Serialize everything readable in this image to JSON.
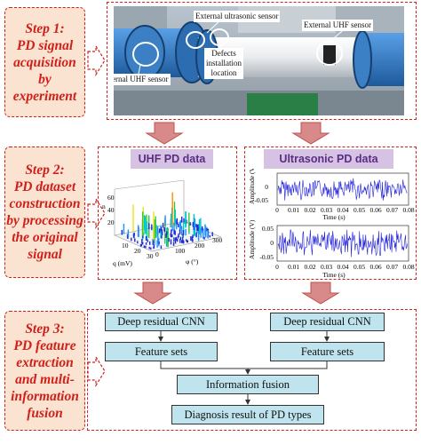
{
  "steps": [
    {
      "lines": [
        "Step 1:",
        "PD signal",
        "acquisition",
        "by",
        "experiment"
      ]
    },
    {
      "lines": [
        "Step 2:",
        "PD dataset",
        "construction",
        "by processing",
        "the original",
        "signal"
      ]
    },
    {
      "lines": [
        "Step 3:",
        "PD feature",
        "extraction",
        "and multi-",
        "information",
        "fusion"
      ]
    }
  ],
  "photo_labels": {
    "external_ultrasonic": "External ultrasonic sensor",
    "external_uhf": "External UHF sensor",
    "defects": [
      "Defects",
      "installation",
      "location"
    ],
    "internal_uhf": "Internal UHF sensor"
  },
  "uhf": {
    "title": "UHF PD data",
    "axis_q": "q (mV)",
    "axis_phi": "φ (°)",
    "q_ticks": [
      "10",
      "20",
      "30"
    ],
    "phi_ticks": [
      "0",
      "100",
      "200",
      "300"
    ],
    "z_ticks": [
      "20",
      "40",
      "60"
    ],
    "z_label": "n"
  },
  "ultra": {
    "title": "Ultrasonic PD data",
    "ylabel": "Amplitude (V)",
    "xlabel": "Time (s)",
    "x_ticks": [
      "0",
      "0.01",
      "0.02",
      "0.03",
      "0.04",
      "0.05",
      "0.06",
      "0.07",
      "0.08"
    ],
    "y_ticks_top": [
      "0",
      "-0.05"
    ],
    "y_ticks_bottom": [
      "0.05",
      "0",
      "-0.05"
    ]
  },
  "flow": {
    "cnn_left": "Deep residual CNN",
    "cnn_right": "Deep residual CNN",
    "feat_left": "Feature sets",
    "feat_right": "Feature sets",
    "fusion": "Information fusion",
    "diagnosis": "Diagnosis result of PD types"
  },
  "colors": {
    "accent_red": "#d0201a",
    "step_fill": "#fbe3d2",
    "arrow_fill": "#d88a8a",
    "header_fill": "#d6c2e2",
    "header_text": "#5b2c83",
    "box_fill": "#bfe4ee",
    "signal_blue": "#1f1fd8"
  }
}
